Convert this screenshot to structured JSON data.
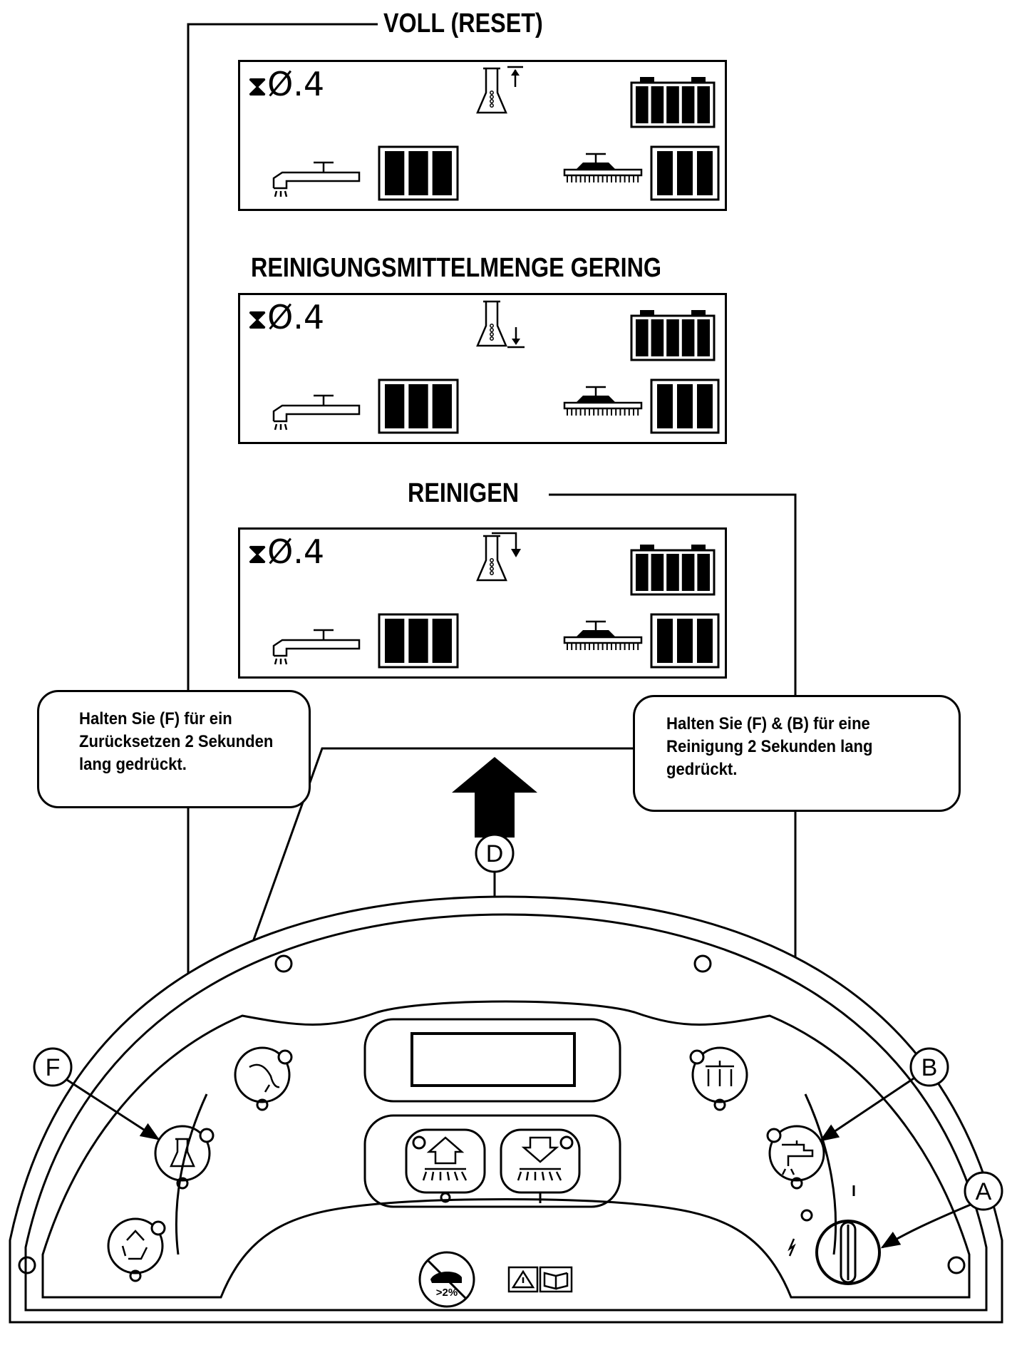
{
  "headings": {
    "full_reset": "VOLL (RESET)",
    "low_detergent": "REINIGUNGSMITTELMENGE GERING",
    "purge": "REINIGEN"
  },
  "display_panels": [
    {
      "time": "Ø.4",
      "detergent_state": "full",
      "battery_bars": 5,
      "water_bars": 3,
      "brush_bars": 3
    },
    {
      "time": "Ø.4",
      "detergent_state": "low",
      "battery_bars": 5,
      "water_bars": 3,
      "brush_bars": 3
    },
    {
      "time": "Ø.4",
      "detergent_state": "purge",
      "battery_bars": 5,
      "water_bars": 3,
      "brush_bars": 3
    }
  ],
  "callouts": {
    "reset": [
      "Halten Sie (F) für ein",
      "Zurücksetzen 2 Sekunden",
      "lang gedrückt."
    ],
    "purge": [
      "Halten Sie (F) & (B) für eine",
      "Reinigung 2 Sekunden lang",
      "gedrückt."
    ]
  },
  "labels": {
    "a": "A",
    "b": "B",
    "d": "D",
    "f": "F"
  },
  "panel": {
    "key_on_mark": "I",
    "no_slope_label": ">2%"
  },
  "icons": [
    "hourglass-icon",
    "detergent-flask-icon",
    "battery-icon",
    "water-faucet-icon",
    "brush-deck-icon",
    "squeegee-icon",
    "water-flow-icon",
    "recycle-icon",
    "brush-up-icon",
    "brush-down-icon",
    "key-switch-icon",
    "warning-manual-icon",
    "no-slope-icon"
  ]
}
